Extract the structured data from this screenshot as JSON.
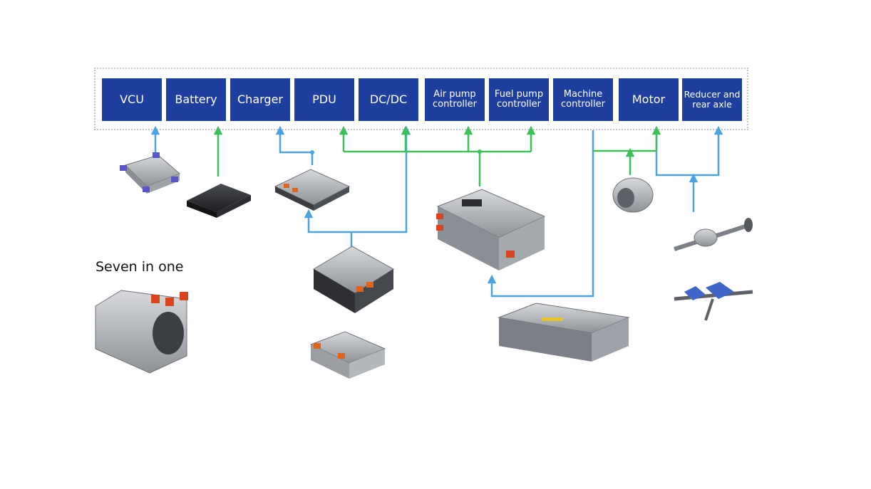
{
  "modules": [
    {
      "id": "vcu",
      "label": "VCU"
    },
    {
      "id": "battery",
      "label": "Battery"
    },
    {
      "id": "charger",
      "label": "Charger"
    },
    {
      "id": "pdu",
      "label": "PDU"
    },
    {
      "id": "dcdc",
      "label": "DC/DC"
    },
    {
      "id": "air-pump-controller",
      "label": "Air pump\ncontroller"
    },
    {
      "id": "fuel-pump-controller",
      "label": "Fuel pump\ncontroller"
    },
    {
      "id": "machine-controller",
      "label": "Machine\ncontroller"
    },
    {
      "id": "motor",
      "label": "Motor"
    },
    {
      "id": "reducer-rear-axle",
      "label": "Reducer and\nrear axle"
    }
  ],
  "caption": "Seven in one",
  "colors": {
    "module_fill": "#1f3f9e",
    "module_text": "#ffffff",
    "line_blue": "#4aa3df",
    "line_green": "#3dbf5a"
  }
}
